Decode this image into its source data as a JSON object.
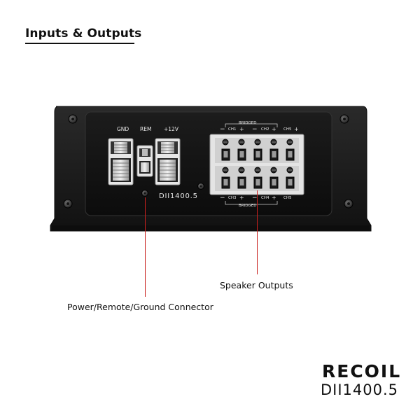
{
  "heading": "Inputs & Outputs",
  "amplifier": {
    "power_labels": {
      "gnd": "GND",
      "rem": "REM",
      "plus12": "+12V"
    },
    "model_plate": "DII1400.5",
    "bridged_top": "BRIDGED",
    "bridged_bottom": "BRIDGED",
    "top_channels": [
      "CH1",
      "CH2",
      "CH5"
    ],
    "bottom_channels": [
      "CH3",
      "CH4",
      "CH5"
    ],
    "minus": "−",
    "plus": "+"
  },
  "callouts": {
    "speaker": "Speaker Outputs",
    "power": "Power/Remote/Ground Connector"
  },
  "brand": {
    "logo": "RECOIL",
    "model": "DII1400.5"
  },
  "colors": {
    "callout_line": "#c8201e",
    "amp_body": "#1a1a1a"
  }
}
